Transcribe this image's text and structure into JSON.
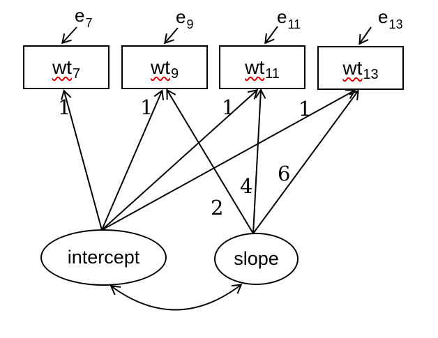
{
  "diagram": {
    "observed": [
      {
        "label": "wt",
        "sub": "7"
      },
      {
        "label": "wt",
        "sub": "9"
      },
      {
        "label": "wt",
        "sub": "11"
      },
      {
        "label": "wt",
        "sub": "13"
      }
    ],
    "errors": [
      {
        "label": "e",
        "sub": "7"
      },
      {
        "label": "e",
        "sub": "9"
      },
      {
        "label": "e",
        "sub": "11"
      },
      {
        "label": "e",
        "sub": "13"
      }
    ],
    "latents": {
      "intercept": "intercept",
      "slope": "slope"
    },
    "loadings": {
      "intercept": [
        "1",
        "1",
        "1",
        "1"
      ],
      "slope": [
        "2",
        "4",
        "6"
      ]
    },
    "colors": {
      "line": "#000000",
      "wavy_underline": "#e00000",
      "background": "#ffffff"
    }
  }
}
